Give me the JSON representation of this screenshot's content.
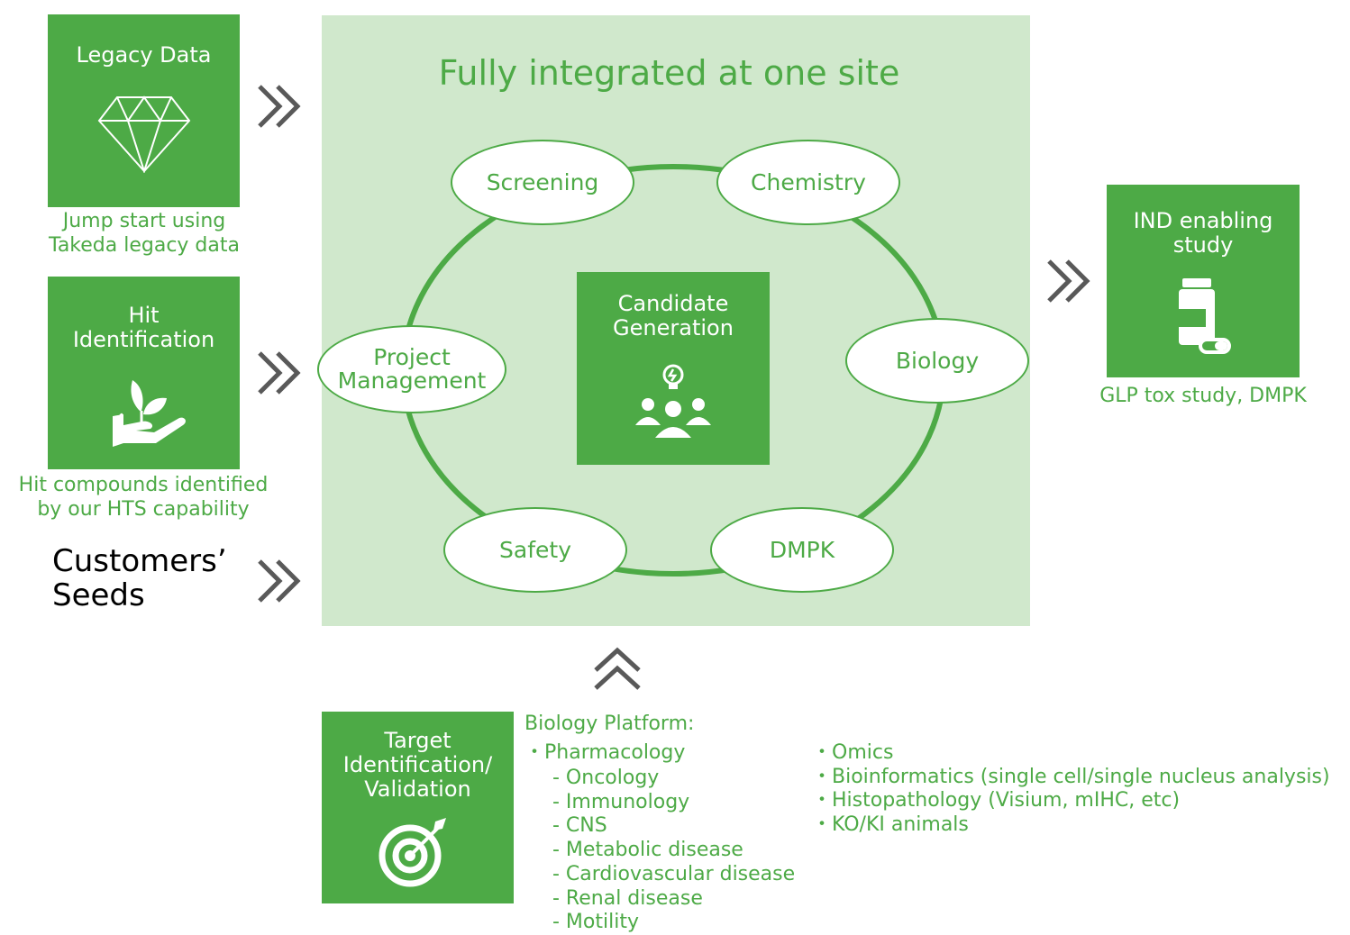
{
  "colors": {
    "accent": "#4daa46",
    "panel": "#d0e8cc",
    "text_dark": "#000000"
  },
  "inputs": [
    {
      "title": "Legacy Data",
      "icon": "diamond-icon",
      "caption": [
        "Jump start using",
        "Takeda legacy data"
      ]
    },
    {
      "title": [
        "Hit",
        "Identification"
      ],
      "icon": "plant-in-hand-icon",
      "caption": [
        "Hit compounds identified",
        "by our HTS capability"
      ]
    },
    {
      "title": [
        "Customers’",
        "Seeds"
      ]
    }
  ],
  "center": {
    "title": "Fully integrated at one site",
    "hub": {
      "title": [
        "Candidate",
        "Generation"
      ],
      "icon": "team-idea-icon"
    },
    "nodes": [
      "Screening",
      "Chemistry",
      "Biology",
      "DMPK",
      "Safety",
      [
        "Project",
        "Management"
      ]
    ]
  },
  "output": {
    "title": [
      "IND enabling",
      "study"
    ],
    "icon": "medicine-bottle-icon",
    "caption": "GLP tox study, DMPK"
  },
  "target": {
    "title": [
      "Target",
      "Identification/",
      "Validation"
    ],
    "icon": "target-icon"
  },
  "biology_platform": {
    "heading": "Biology Platform:",
    "pharmacology": "・Pharmacology",
    "pharmacology_items": [
      "- Oncology",
      "- Immunology",
      "- CNS",
      "- Metabolic disease",
      "- Cardiovascular disease",
      "- Renal disease",
      "- Motility"
    ],
    "other_items": [
      "・Omics",
      "・Bioinformatics (single cell/single nucleus analysis)",
      "・Histopathology (Visium, mIHC, etc)",
      "・KO/KI animals"
    ]
  }
}
